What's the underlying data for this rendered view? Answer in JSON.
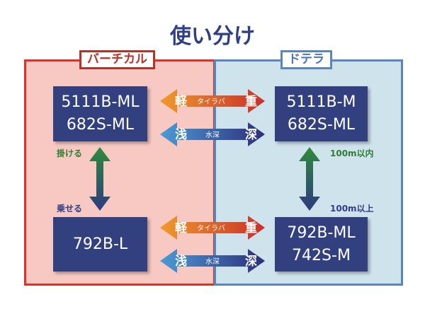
{
  "title": "使い分け",
  "left": {
    "label": "バーチカル",
    "top_box": [
      "5111B-ML",
      "682S-ML"
    ],
    "bottom_box": [
      "792B-L"
    ],
    "up_label": "掛ける",
    "down_label": "乗せる"
  },
  "right": {
    "label": "ドテラ",
    "top_box": [
      "5111B-M",
      "682S-ML"
    ],
    "bottom_box": [
      "792B-ML",
      "742S-M"
    ],
    "up_label": "100m以内",
    "down_label": "100m以上"
  },
  "arrows": {
    "weight": {
      "left": "軽",
      "middle": "タイラバ",
      "right": "重"
    },
    "depth": {
      "left": "浅",
      "middle": "水深",
      "right": "深"
    }
  },
  "colors": {
    "vertical": "#d9342b",
    "dotera": "#5a86bd",
    "box": "#33407f",
    "green": "#2e7d32"
  }
}
